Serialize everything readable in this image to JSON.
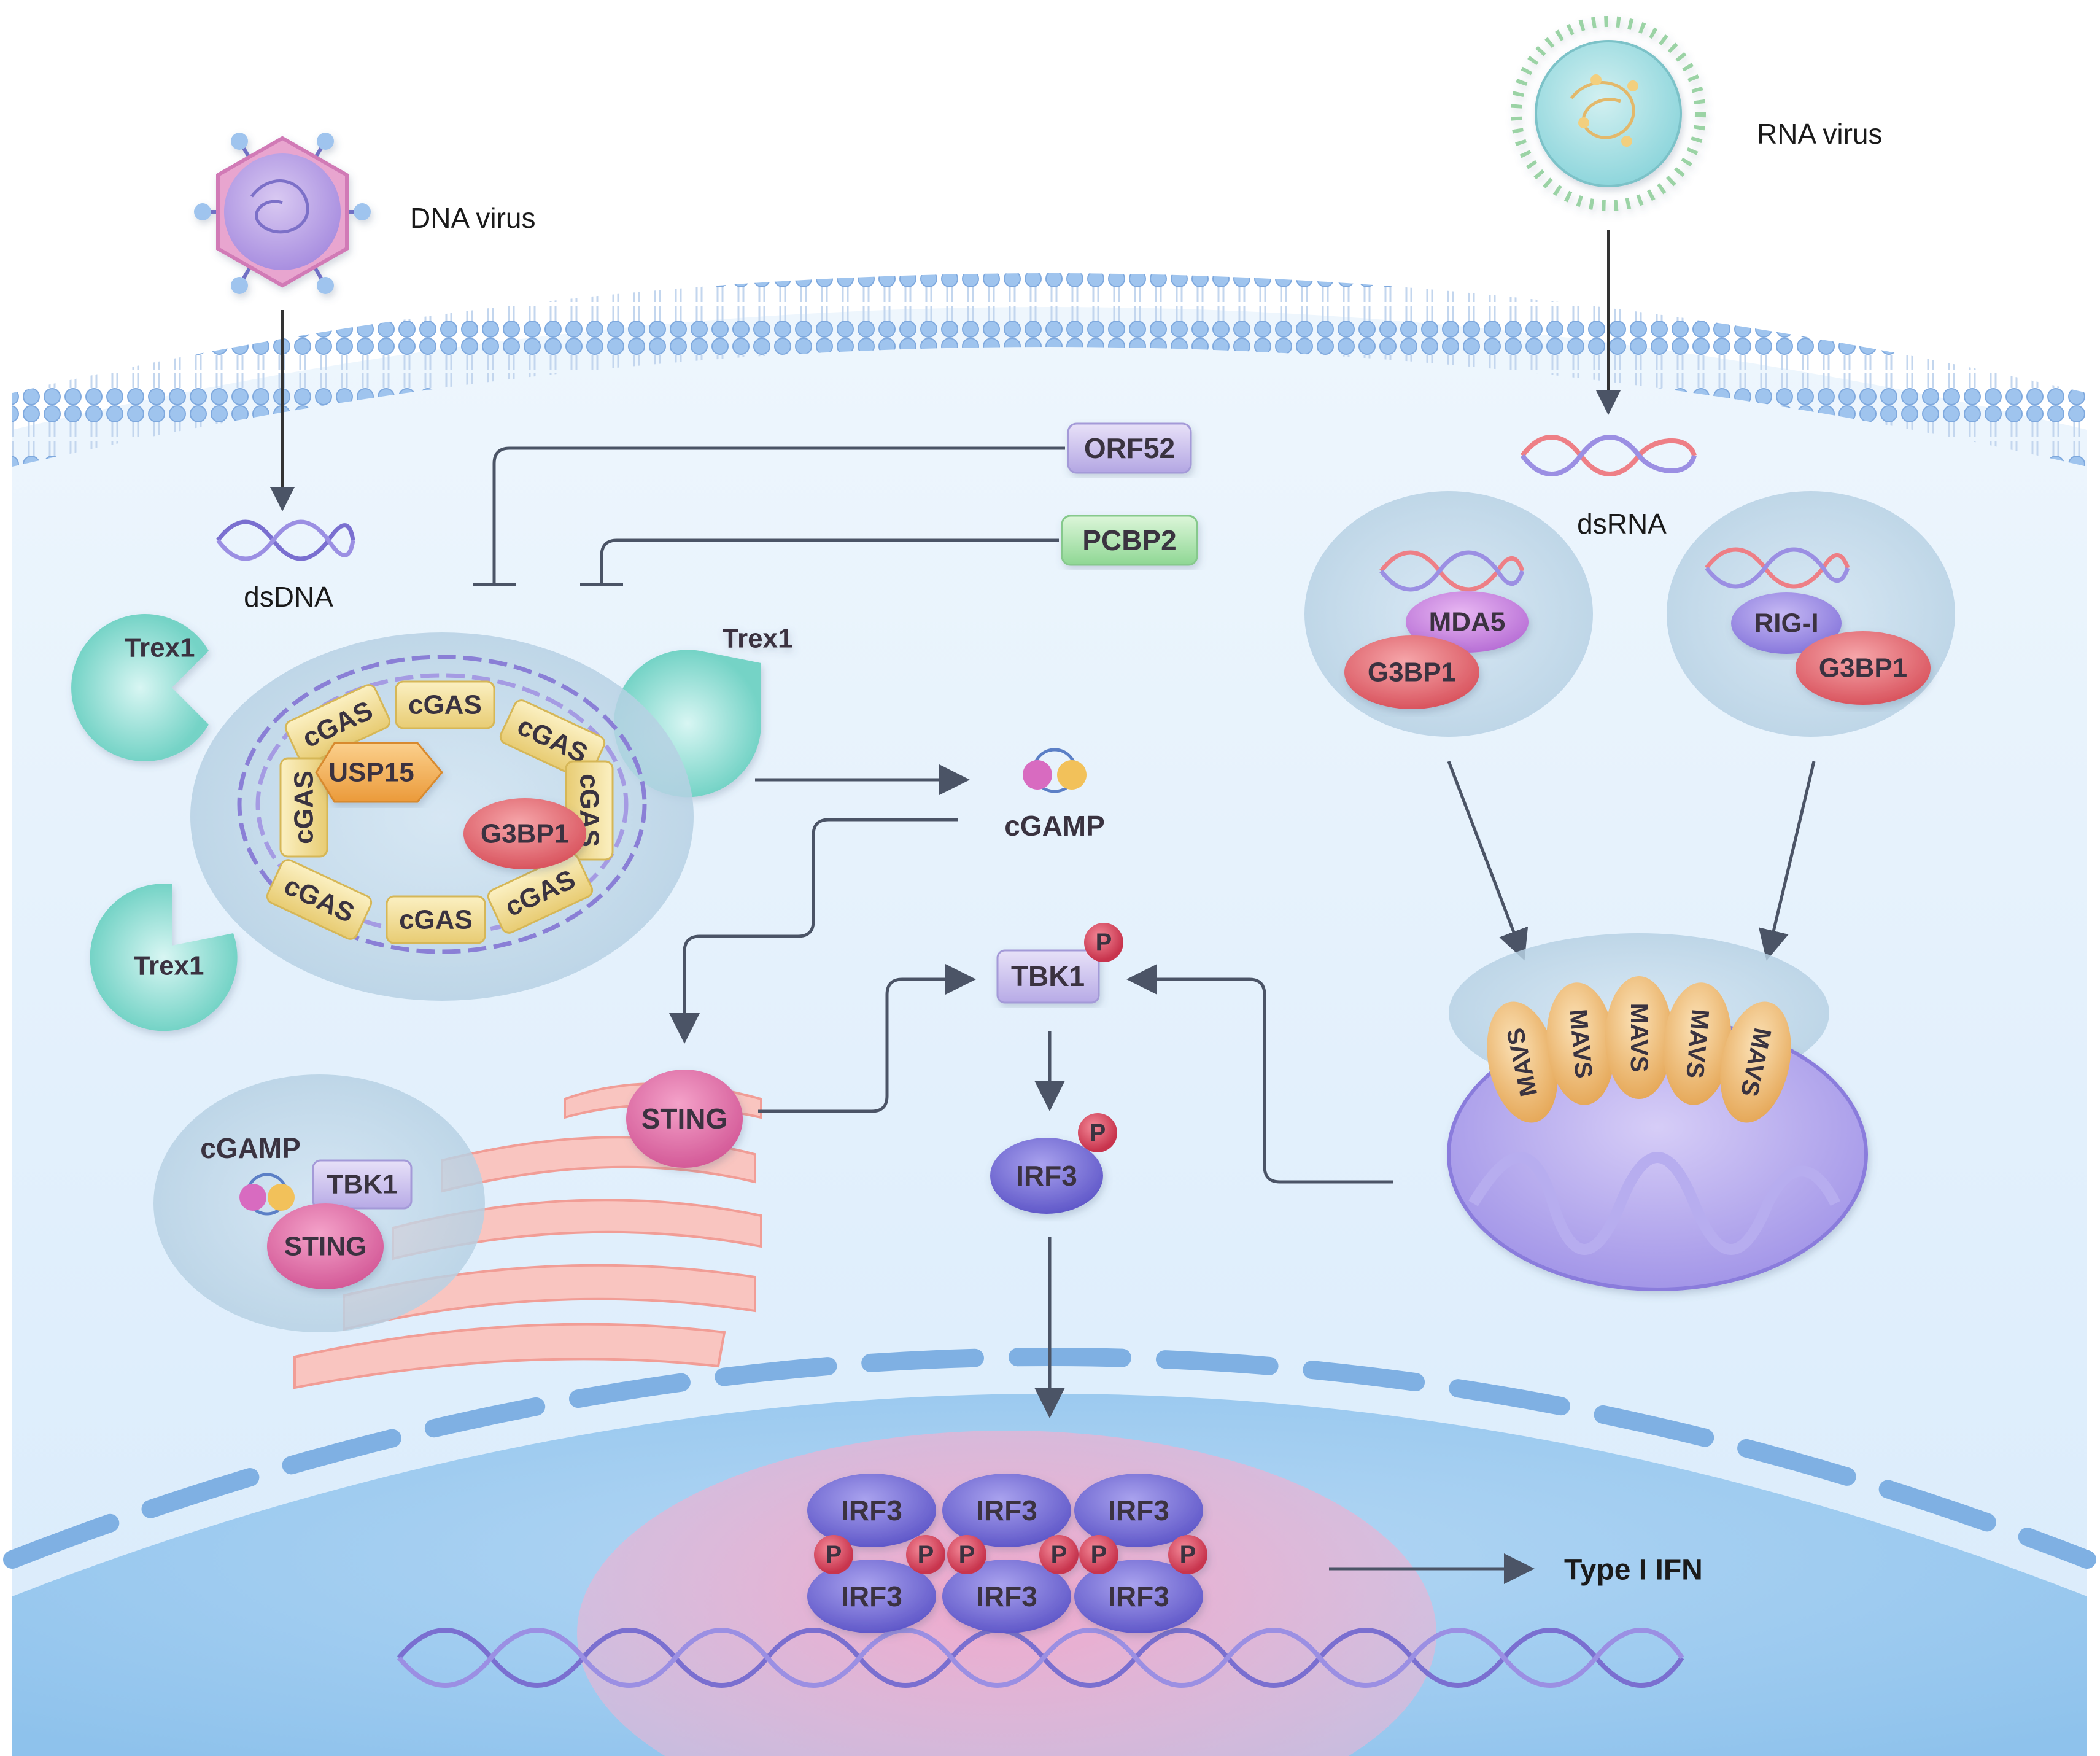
{
  "dna_virus": {
    "label": "DNA virus"
  },
  "rna_virus": {
    "label": "RNA virus"
  },
  "dsdna": {
    "label": "dsDNA"
  },
  "dsrna": {
    "label": "dsRNA"
  },
  "inhibitors": {
    "orf52": "ORF52",
    "pcbp2": "PCBP2"
  },
  "trex1": {
    "label": "Trex1"
  },
  "cgas_complex": {
    "cgas": "cGAS",
    "usp15": "USP15",
    "g3bp1": "G3BP1"
  },
  "cgamp": {
    "label": "cGAMP"
  },
  "tbk1": {
    "label": "TBK1"
  },
  "phospho": {
    "label": "P"
  },
  "irf3": {
    "label": "IRF3"
  },
  "sting": {
    "label": "STING"
  },
  "inset": {
    "cgamp": "cGAMP",
    "tbk1": "TBK1",
    "sting": "STING"
  },
  "mda5_complex": {
    "mda5": "MDA5",
    "g3bp1": "G3BP1"
  },
  "rigi_complex": {
    "rigi": "RIG-I",
    "g3bp1": "G3BP1"
  },
  "mavs": {
    "label": "MAVS"
  },
  "output": {
    "label": "Type I IFN"
  }
}
